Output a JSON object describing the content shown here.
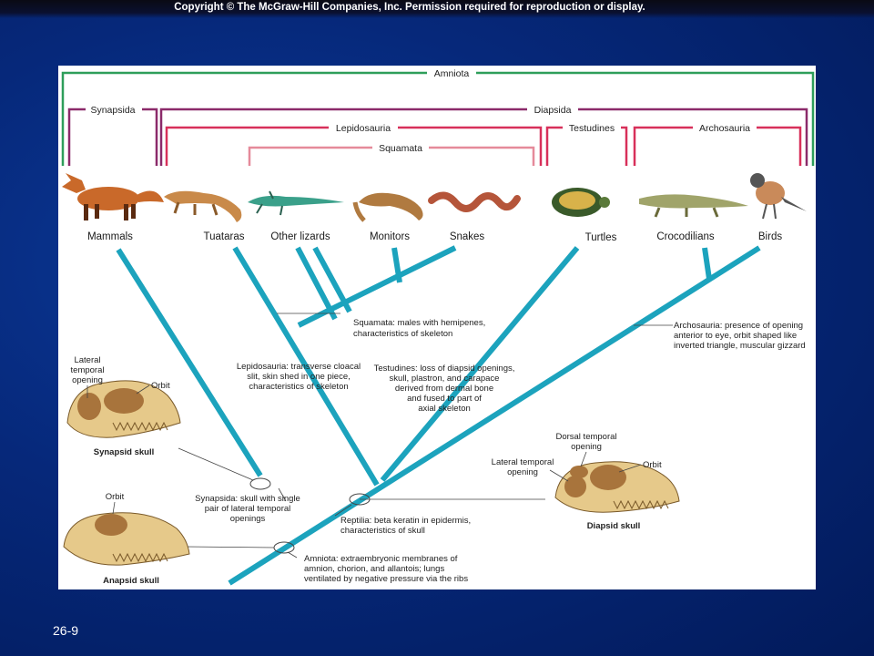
{
  "copyright": "Copyright © The McGraw-Hill Companies, Inc. Permission required for reproduction or display.",
  "slide_number": "26-9",
  "brackets": {
    "amniota": "Amniota",
    "synapsida": "Synapsida",
    "diapsida": "Diapsida",
    "lepidosauria": "Lepidosauria",
    "testudines": "Testudines",
    "archosauria": "Archosauria",
    "squamata": "Squamata"
  },
  "taxa": {
    "mammals": "Mammals",
    "tuataras": "Tuataras",
    "other_lizards": "Other lizards",
    "monitors": "Monitors",
    "snakes": "Snakes",
    "turtles": "Turtles",
    "crocodilians": "Crocodilians",
    "birds": "Birds"
  },
  "annotations": {
    "squamata": [
      "Squamata: males with hemipenes,",
      "characteristics of skeleton"
    ],
    "archosauria": [
      "Archosauria: presence of opening",
      "anterior to eye, orbit shaped like",
      "inverted triangle, muscular gizzard"
    ],
    "lepidosauria": [
      "Lepidosauria: transverse cloacal",
      "slit, skin shed in one piece,",
      "characteristics of skeleton"
    ],
    "testudines": [
      "Testudines: loss of diapsid openings,",
      "skull, plastron, and carapace",
      "derived from dermal bone",
      "and fused to part of",
      "axial skeleton"
    ],
    "synapsida": [
      "Synapsida: skull with single",
      "pair of lateral temporal",
      "openings"
    ],
    "reptilia": [
      "Reptilia: beta keratin in epidermis,",
      "characteristics of skull"
    ],
    "amniota": [
      "Amniota: extraembryonic membranes of",
      "amnion, chorion, and allantois; lungs",
      "ventilated by negative pressure via the ribs"
    ]
  },
  "skulls": {
    "synapsid": {
      "title": "Synapsid skull",
      "lateral": [
        "Lateral",
        "temporal",
        "opening"
      ],
      "orbit": "Orbit"
    },
    "anapsid": {
      "title": "Anapsid skull",
      "orbit": "Orbit"
    },
    "diapsid": {
      "title": "Diapsid skull",
      "dorsal": [
        "Dorsal temporal",
        "opening"
      ],
      "lateral": [
        "Lateral temporal",
        "opening"
      ],
      "orbit": "Orbit"
    }
  },
  "colors": {
    "amniota": "#2e9e5a",
    "synapsida": "#8b2a6a",
    "diapsida": "#8b2a6a",
    "subclade": "#d8305a",
    "squamata": "#e58a9a",
    "tree": "#1ca3bd",
    "skull": "#e6c98a",
    "opening": "#a8743c"
  }
}
